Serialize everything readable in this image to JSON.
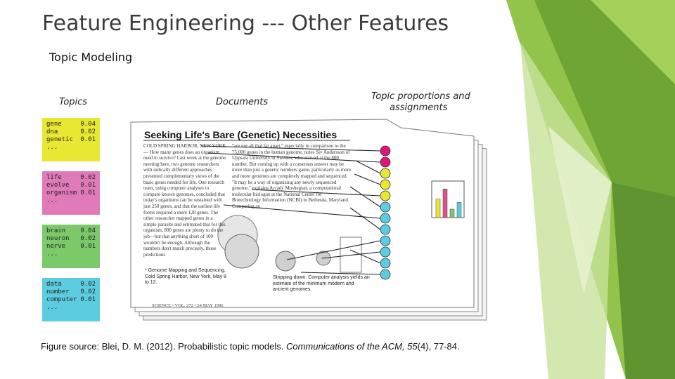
{
  "slide": {
    "title": "Feature Engineering --- Other Features",
    "subtitle": "Topic Modeling"
  },
  "figure": {
    "labels": {
      "topics": "Topics",
      "documents": "Documents",
      "proportions_line1": "Topic proportions and",
      "proportions_line2": "assignments"
    },
    "topics": [
      {
        "color": "#e8e832",
        "rows": [
          [
            "gene",
            "0.04"
          ],
          [
            "dna",
            "0.02"
          ],
          [
            "genetic",
            "0.01"
          ]
        ],
        "more": "..."
      },
      {
        "color": "#e07ab8",
        "rows": [
          [
            "life",
            "0.02"
          ],
          [
            "evolve",
            "0.01"
          ],
          [
            "organism",
            "0.01"
          ]
        ],
        "more": "..."
      },
      {
        "color": "#7cc96a",
        "rows": [
          [
            "brain",
            "0.04"
          ],
          [
            "neuron",
            "0.02"
          ],
          [
            "nerve",
            "0.01"
          ]
        ],
        "more": "..."
      },
      {
        "color": "#5ccde0",
        "rows": [
          [
            "data",
            "0.02"
          ],
          [
            "number",
            "0.02"
          ],
          [
            "computer",
            "0.01"
          ]
        ],
        "more": "..."
      }
    ],
    "document": {
      "title": "Seeking Life's Bare (Genetic) Necessities",
      "col1": "COLD SPRING HARBOR, NEW YORK— How many genes does an organism need to survive? Last week at the genome meeting here, two genome researchers with radically different approaches presented complementary views of the basic genes needed for life. One research team, using computer analyses to compare known genomes, concluded that today's organisms can be sustained with just 250 genes, and that the earliest life forms required a mere 128 genes. The other researcher mapped genes in a simple parasite and estimated that for this organism, 800 genes are plenty to do the job—but that anything short of 100 wouldn't be enough. Although the numbers don't match precisely, those predictions",
      "col2": "\"are not all that far apart,\" especially in comparison to the 75,000 genes in the human genome, notes Siv Andersson of Uppsala University in Sweden, who arrived at the 800 number. But coming up with a consensus answer may be more than just a genetic numbers game, particularly as more and more genomes are completely mapped and sequenced. \"It may be a way of organizing any newly sequenced genome,\" explains Arcady Mushegian, a computational molecular biologist at the National Center for Biotechnology Information (NCBI) in Bethesda, Maryland. Comparing an",
      "footnote": "* Genome Mapping and Sequencing, Cold Spring Harbor, New York, May 8 to 12.",
      "fig_caption": "Stripping down. Computer analysis yields an estimate of the minimum modern and ancient genomes.",
      "footer": "SCIENCE • VOL. 272 • 24 MAY 1996"
    },
    "proportions_bars": [
      {
        "color": "#e8e832",
        "value": 0.55
      },
      {
        "color": "#e0508c",
        "value": 0.85
      },
      {
        "color": "#7cc96a",
        "value": 0.25
      },
      {
        "color": "#5ccde0",
        "value": 0.45
      }
    ],
    "assignment_dots": [
      "#e0147a",
      "#e0147a",
      "#e8e832",
      "#e8e832",
      "#e8e832",
      "#5ccde0",
      "#5ccde0",
      "#5ccde0",
      "#5ccde0",
      "#5ccde0",
      "#5ccde0",
      "#5ccde0"
    ],
    "caption_plain": "Figure source: Blei, D. M. (2012). Probabilistic topic models. ",
    "caption_italic": "Communications of the ACM, 55",
    "caption_rest": "(4), 77-84."
  },
  "colors": {
    "green_dark": "#5a8f2e",
    "green_mid": "#8cc040",
    "green_light": "#c7e29a"
  }
}
